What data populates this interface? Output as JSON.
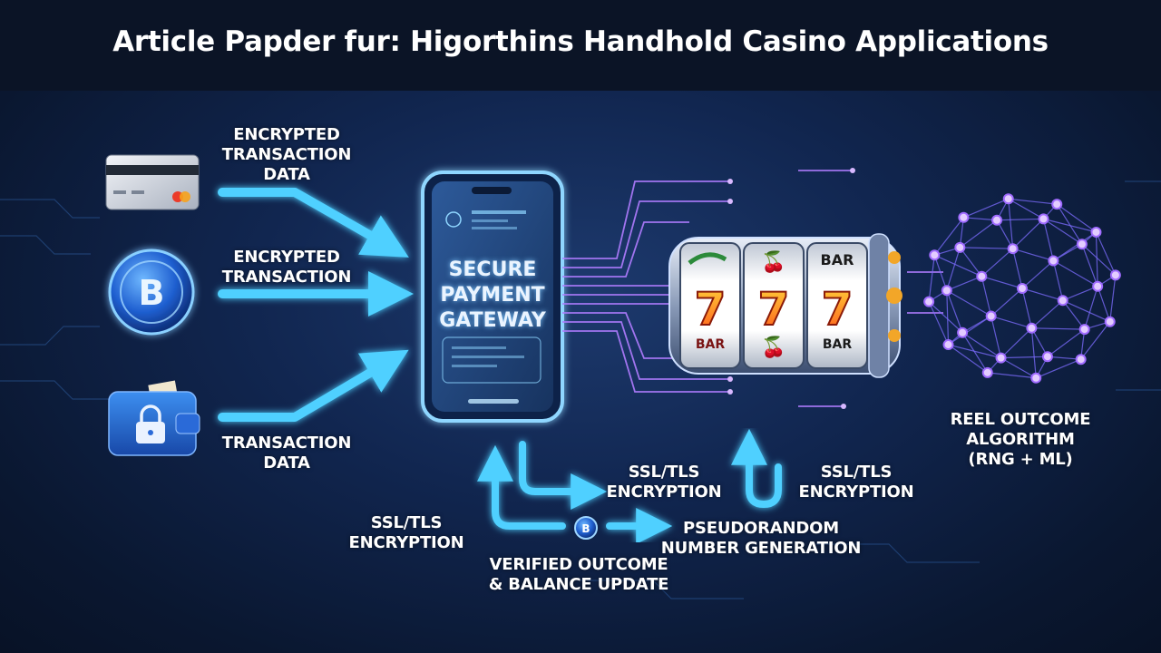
{
  "title": "Article Papder fur: Higorthins Handhold Casino Applications",
  "colors": {
    "flow_arrow": "#4fd0ff",
    "circuit": "#b07cff",
    "background": "#112650",
    "title_bar": "#0b1426"
  },
  "icons": [
    "credit-card-icon",
    "bitcoin-coin-icon",
    "wallet-lock-icon",
    "smartphone-icon",
    "slot-reels-icon",
    "neural-network-icon",
    "small-coin-icon"
  ],
  "inputs": {
    "card_label": "ENCRYPTED\nTRANSACTION\nDATA",
    "crypto_label": "ENCRYPTED\nTRANSACTION",
    "wallet_label": "TRANSACTION\nDATA"
  },
  "gateway": {
    "label": "SECURE\nPAYMENT\nGATEWAY"
  },
  "slot": {
    "reel_symbols_top": [
      "🍒",
      "BAR"
    ],
    "reel_digits": [
      "7",
      "7",
      "7"
    ],
    "reel_symbols_bottom": [
      "BAR",
      "🍒",
      "BAR"
    ]
  },
  "algorithm": {
    "label": "REEL OUTCOME\nALGORITHM\n(RNG + ML)"
  },
  "flow_labels": {
    "ssl_left": "SSL/TLS\nENCRYPTION",
    "ssl_mid": "SSL/TLS\nENCRYPTION",
    "ssl_right": "SSL/TLS\nENCRYPTION",
    "verified": "VERIFIED OUTCOME\n& BALANCE UPDATE",
    "prng": "PSEUDORANDOM\nNUMBER GENERATION"
  }
}
